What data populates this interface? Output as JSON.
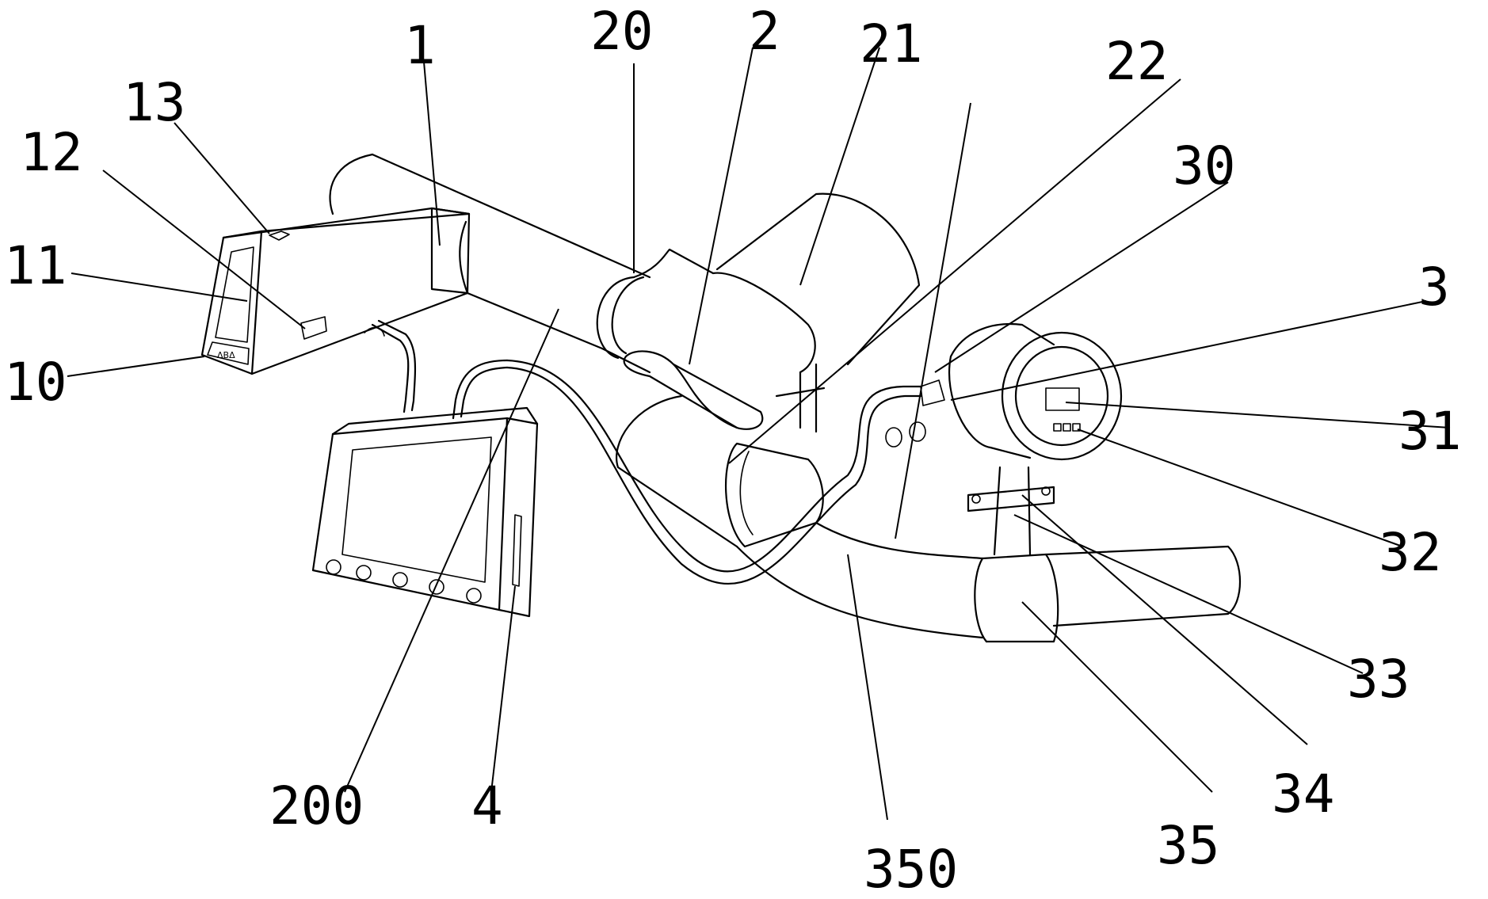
{
  "labels": {
    "n1": "1",
    "n2": "2",
    "n3": "3",
    "n4": "4",
    "n10": "10",
    "n11": "11",
    "n12": "12",
    "n13": "13",
    "n20": "20",
    "n21": "21",
    "n22": "22",
    "n30": "30",
    "n31": "31",
    "n32": "32",
    "n33": "33",
    "n34": "34",
    "n35": "35",
    "n200": "200",
    "n350": "350"
  },
  "device_panel_text": "ΔBΔ"
}
